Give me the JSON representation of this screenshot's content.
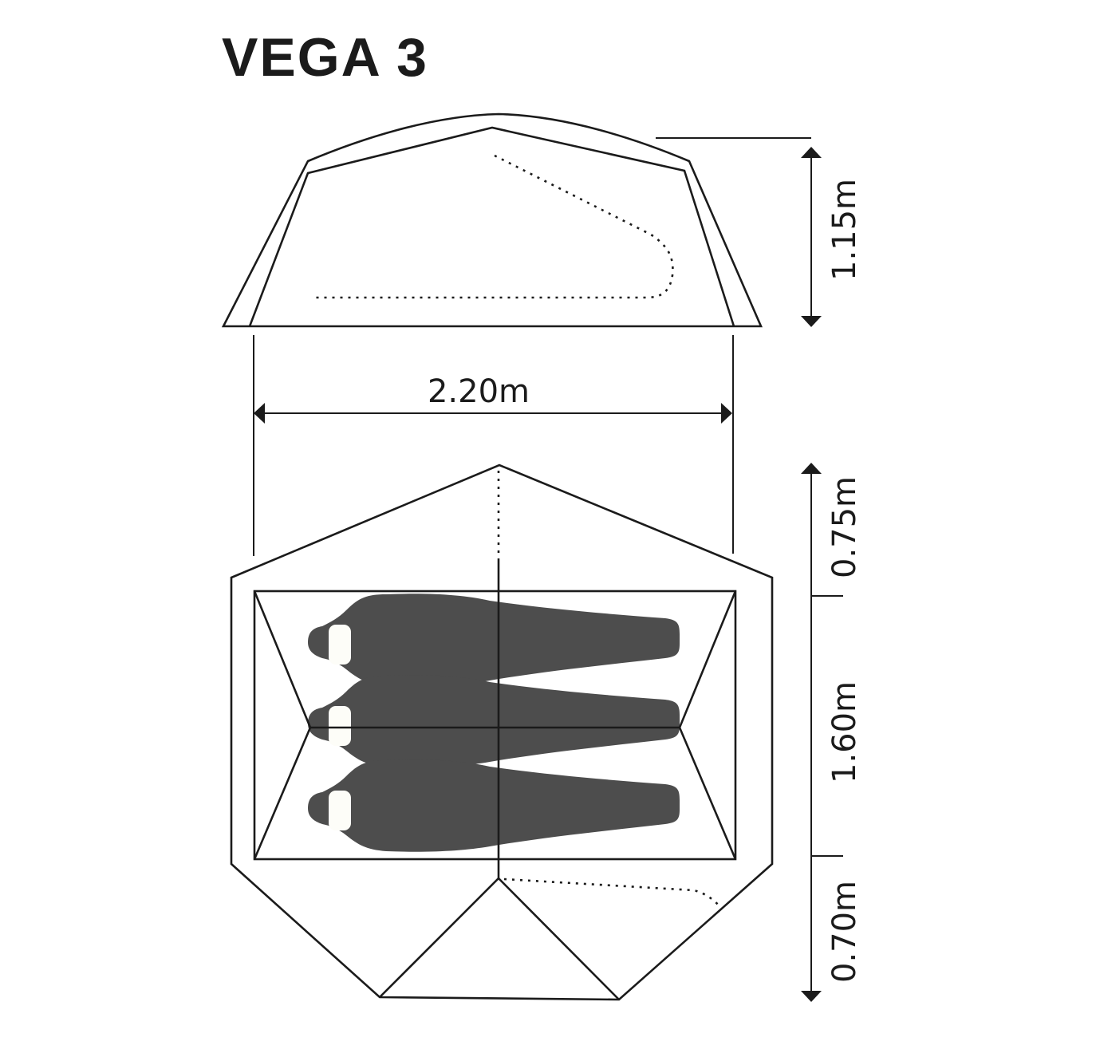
{
  "title": "VEGA 3",
  "colors": {
    "line": "#1b1b1b",
    "sleeping_bag": "#4d4d4d",
    "face": "#fdfdf8",
    "background": "#ffffff"
  },
  "side_view": {
    "height_label": "1.15m"
  },
  "top_view": {
    "width_label": "2.20m",
    "depth_segments": [
      {
        "label": "0.75m",
        "part": "front vestibule"
      },
      {
        "label": "1.60m",
        "part": "inner tent"
      },
      {
        "label": "0.70m",
        "part": "rear vestibule"
      }
    ],
    "sleeping_bags": 3
  }
}
